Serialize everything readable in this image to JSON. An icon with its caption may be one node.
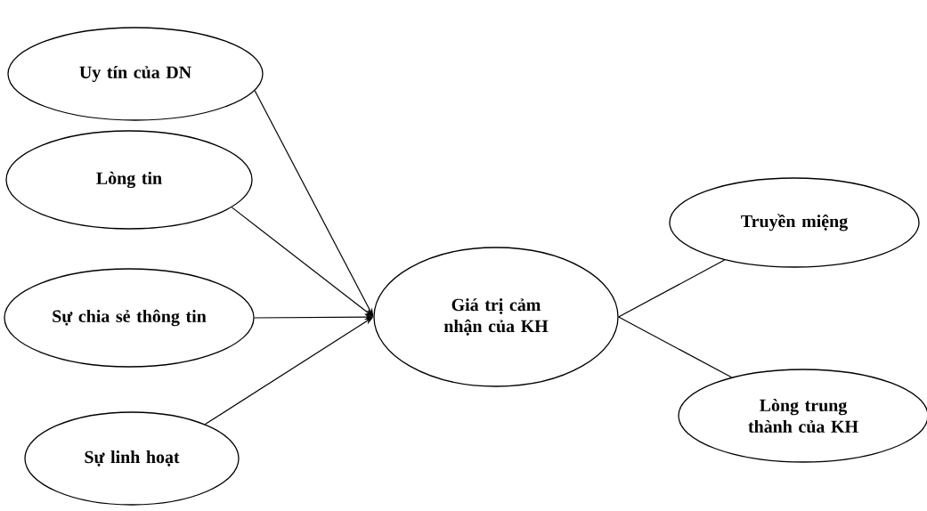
{
  "diagram": {
    "nodes": [
      {
        "text": [
          "Uy tín của DN"
        ]
      },
      {
        "text": [
          "Lòng tin"
        ]
      },
      {
        "text": [
          "Sự chia sẻ thông tin"
        ]
      },
      {
        "text": [
          "Sự linh hoạt"
        ]
      },
      {
        "text": [
          "Giá trị cảm nhận của KH"
        ]
      },
      {
        "text": [
          "Truyền miệng"
        ]
      },
      {
        "text": [
          "Lòng trung thành của KH"
        ]
      }
    ],
    "edges": [
      {
        "from": 0,
        "to": 4,
        "arrow": "to"
      },
      {
        "from": 1,
        "to": 4,
        "arrow": "to"
      },
      {
        "from": 2,
        "to": 4,
        "arrow": "to"
      },
      {
        "from": 3,
        "to": 4,
        "arrow": "to"
      },
      {
        "from": 4,
        "to": 5,
        "arrow": "none"
      },
      {
        "from": 4,
        "to": 6,
        "arrow": "none"
      }
    ]
  }
}
